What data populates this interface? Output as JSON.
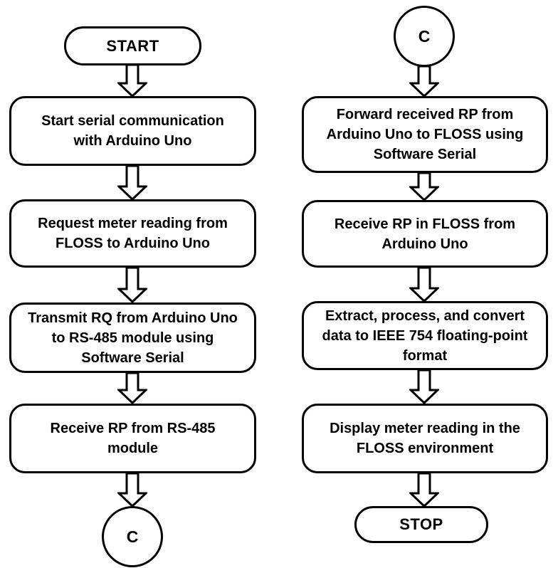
{
  "diagram": {
    "type": "flowchart",
    "colors": {
      "background": "#ffffff",
      "shape_fill": "#ffffff",
      "shape_stroke": "#000000",
      "text": "#000000"
    },
    "nodes": {
      "start": {
        "type": "terminator",
        "label": "START"
      },
      "l1": {
        "type": "process",
        "label": "Start serial communication\nwith Arduino Uno"
      },
      "l2": {
        "type": "process",
        "label": "Request meter reading from\nFLOSS to Arduino Uno"
      },
      "l3": {
        "type": "process",
        "label": "Transmit RQ from Arduino Uno\nto RS-485 module using\nSoftware Serial"
      },
      "l4": {
        "type": "process",
        "label": "Receive RP from RS-485\nmodule"
      },
      "connector_left": {
        "type": "connector",
        "label": "C"
      },
      "connector_right": {
        "type": "connector",
        "label": "C"
      },
      "r1": {
        "type": "process",
        "label": "Forward received RP from\nArduino Uno to FLOSS using\nSoftware Serial"
      },
      "r2": {
        "type": "process",
        "label": "Receive RP in FLOSS from\nArduino Uno"
      },
      "r3": {
        "type": "process",
        "label": "Extract, process, and convert\ndata to IEEE 754 floating-point\nformat"
      },
      "r4": {
        "type": "process",
        "label": "Display meter reading in the\nFLOSS environment"
      },
      "stop": {
        "type": "terminator",
        "label": "STOP"
      }
    },
    "edges": [
      {
        "from": "start",
        "to": "l1"
      },
      {
        "from": "l1",
        "to": "l2"
      },
      {
        "from": "l2",
        "to": "l3"
      },
      {
        "from": "l3",
        "to": "l4"
      },
      {
        "from": "l4",
        "to": "connector_left"
      },
      {
        "from": "connector_right",
        "to": "r1"
      },
      {
        "from": "r1",
        "to": "r2"
      },
      {
        "from": "r2",
        "to": "r3"
      },
      {
        "from": "r3",
        "to": "r4"
      },
      {
        "from": "r4",
        "to": "stop"
      }
    ]
  }
}
